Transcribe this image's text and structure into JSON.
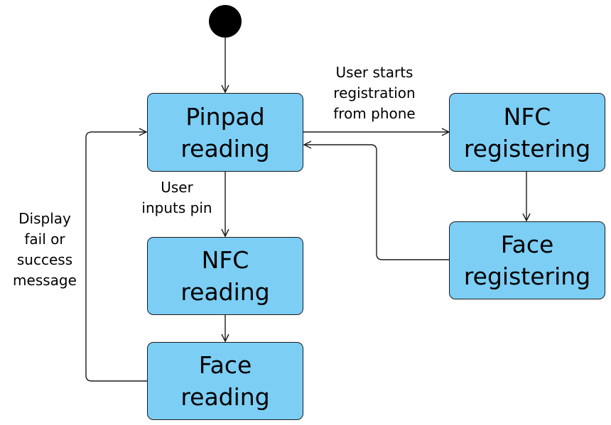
{
  "colors": {
    "state_fill": "#7ccef4",
    "state_border": "#1a1a1a",
    "arrow": "#1a1a1a",
    "initial_node": "#000000"
  },
  "states": {
    "pinpad_reading": {
      "line1": "Pinpad",
      "line2": "reading"
    },
    "nfc_reading": {
      "line1": "NFC",
      "line2": "reading"
    },
    "face_reading": {
      "line1": "Face",
      "line2": "reading"
    },
    "nfc_registering": {
      "line1": "NFC",
      "line2": "registering"
    },
    "face_registering": {
      "line1": "Face",
      "line2": "registering"
    }
  },
  "transitions": {
    "start_registration": {
      "line1": "User starts",
      "line2": "registration",
      "line3": "from phone"
    },
    "inputs_pin": {
      "line1": "User",
      "line2": "inputs pin"
    },
    "display_message": {
      "line1": "Display",
      "line2": "fail or",
      "line3": "success",
      "line4": "message"
    }
  }
}
